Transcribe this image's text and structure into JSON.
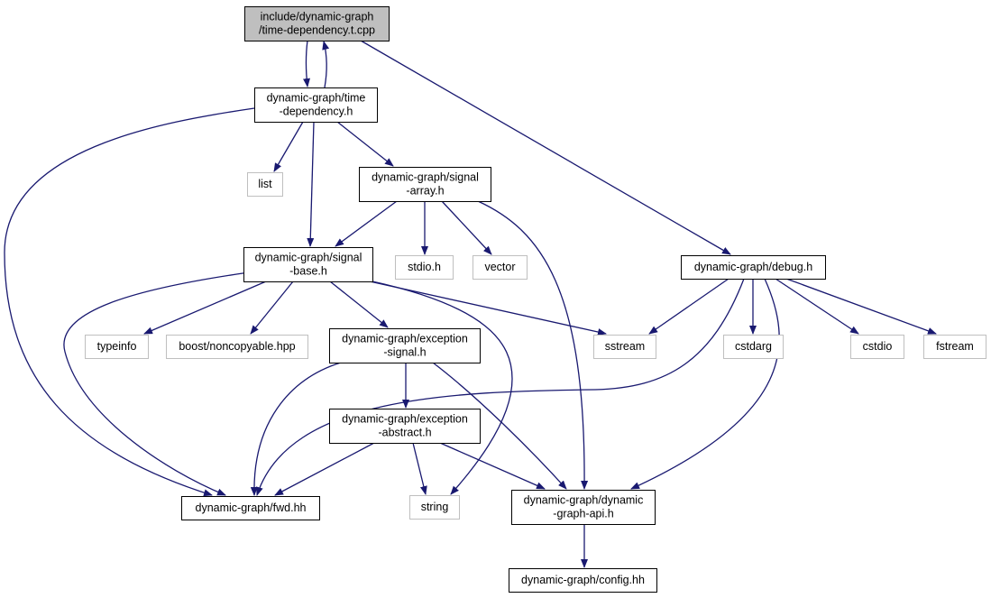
{
  "colors": {
    "edge": "#191970",
    "border_internal": "#000000",
    "border_external": "#bfbfbf",
    "fill_focus": "#bfbfbf",
    "fill_default": "#ffffff"
  },
  "nodes": [
    {
      "id": "n0",
      "lines": [
        "include/dynamic-graph",
        "/time-dependency.t.cpp"
      ],
      "kind": "focus"
    },
    {
      "id": "n1",
      "lines": [
        "dynamic-graph/time",
        "-dependency.h"
      ],
      "kind": "internal"
    },
    {
      "id": "n2",
      "lines": [
        "list"
      ],
      "kind": "external"
    },
    {
      "id": "n3",
      "lines": [
        "dynamic-graph/signal",
        "-array.h"
      ],
      "kind": "internal"
    },
    {
      "id": "n4",
      "lines": [
        "dynamic-graph/signal",
        "-base.h"
      ],
      "kind": "internal"
    },
    {
      "id": "n5",
      "lines": [
        "stdio.h"
      ],
      "kind": "external"
    },
    {
      "id": "n6",
      "lines": [
        "vector"
      ],
      "kind": "external"
    },
    {
      "id": "n7",
      "lines": [
        "dynamic-graph/debug.h"
      ],
      "kind": "internal"
    },
    {
      "id": "n8",
      "lines": [
        "typeinfo"
      ],
      "kind": "external"
    },
    {
      "id": "n9",
      "lines": [
        "boost/noncopyable.hpp"
      ],
      "kind": "external"
    },
    {
      "id": "n10",
      "lines": [
        "dynamic-graph/exception",
        "-signal.h"
      ],
      "kind": "internal"
    },
    {
      "id": "n11",
      "lines": [
        "sstream"
      ],
      "kind": "external"
    },
    {
      "id": "n12",
      "lines": [
        "cstdarg"
      ],
      "kind": "external"
    },
    {
      "id": "n13",
      "lines": [
        "cstdio"
      ],
      "kind": "external"
    },
    {
      "id": "n14",
      "lines": [
        "fstream"
      ],
      "kind": "external"
    },
    {
      "id": "n15",
      "lines": [
        "dynamic-graph/exception",
        "-abstract.h"
      ],
      "kind": "internal"
    },
    {
      "id": "n16",
      "lines": [
        "dynamic-graph/fwd.hh"
      ],
      "kind": "internal"
    },
    {
      "id": "n17",
      "lines": [
        "string"
      ],
      "kind": "external"
    },
    {
      "id": "n18",
      "lines": [
        "dynamic-graph/dynamic",
        "-graph-api.h"
      ],
      "kind": "internal"
    },
    {
      "id": "n19",
      "lines": [
        "dynamic-graph/config.hh"
      ],
      "kind": "internal"
    }
  ],
  "edges": [
    [
      "n0",
      "n1"
    ],
    [
      "n0",
      "n7"
    ],
    [
      "n1",
      "n0"
    ],
    [
      "n1",
      "n2"
    ],
    [
      "n1",
      "n3"
    ],
    [
      "n1",
      "n4"
    ],
    [
      "n1",
      "n16"
    ],
    [
      "n3",
      "n4"
    ],
    [
      "n3",
      "n5"
    ],
    [
      "n3",
      "n6"
    ],
    [
      "n3",
      "n18"
    ],
    [
      "n4",
      "n8"
    ],
    [
      "n4",
      "n9"
    ],
    [
      "n4",
      "n10"
    ],
    [
      "n4",
      "n11"
    ],
    [
      "n4",
      "n16"
    ],
    [
      "n4",
      "n17"
    ],
    [
      "n7",
      "n11"
    ],
    [
      "n7",
      "n12"
    ],
    [
      "n7",
      "n13"
    ],
    [
      "n7",
      "n14"
    ],
    [
      "n7",
      "n16"
    ],
    [
      "n7",
      "n18"
    ],
    [
      "n10",
      "n15"
    ],
    [
      "n10",
      "n16"
    ],
    [
      "n10",
      "n18"
    ],
    [
      "n15",
      "n16"
    ],
    [
      "n15",
      "n17"
    ],
    [
      "n15",
      "n18"
    ],
    [
      "n18",
      "n19"
    ]
  ]
}
